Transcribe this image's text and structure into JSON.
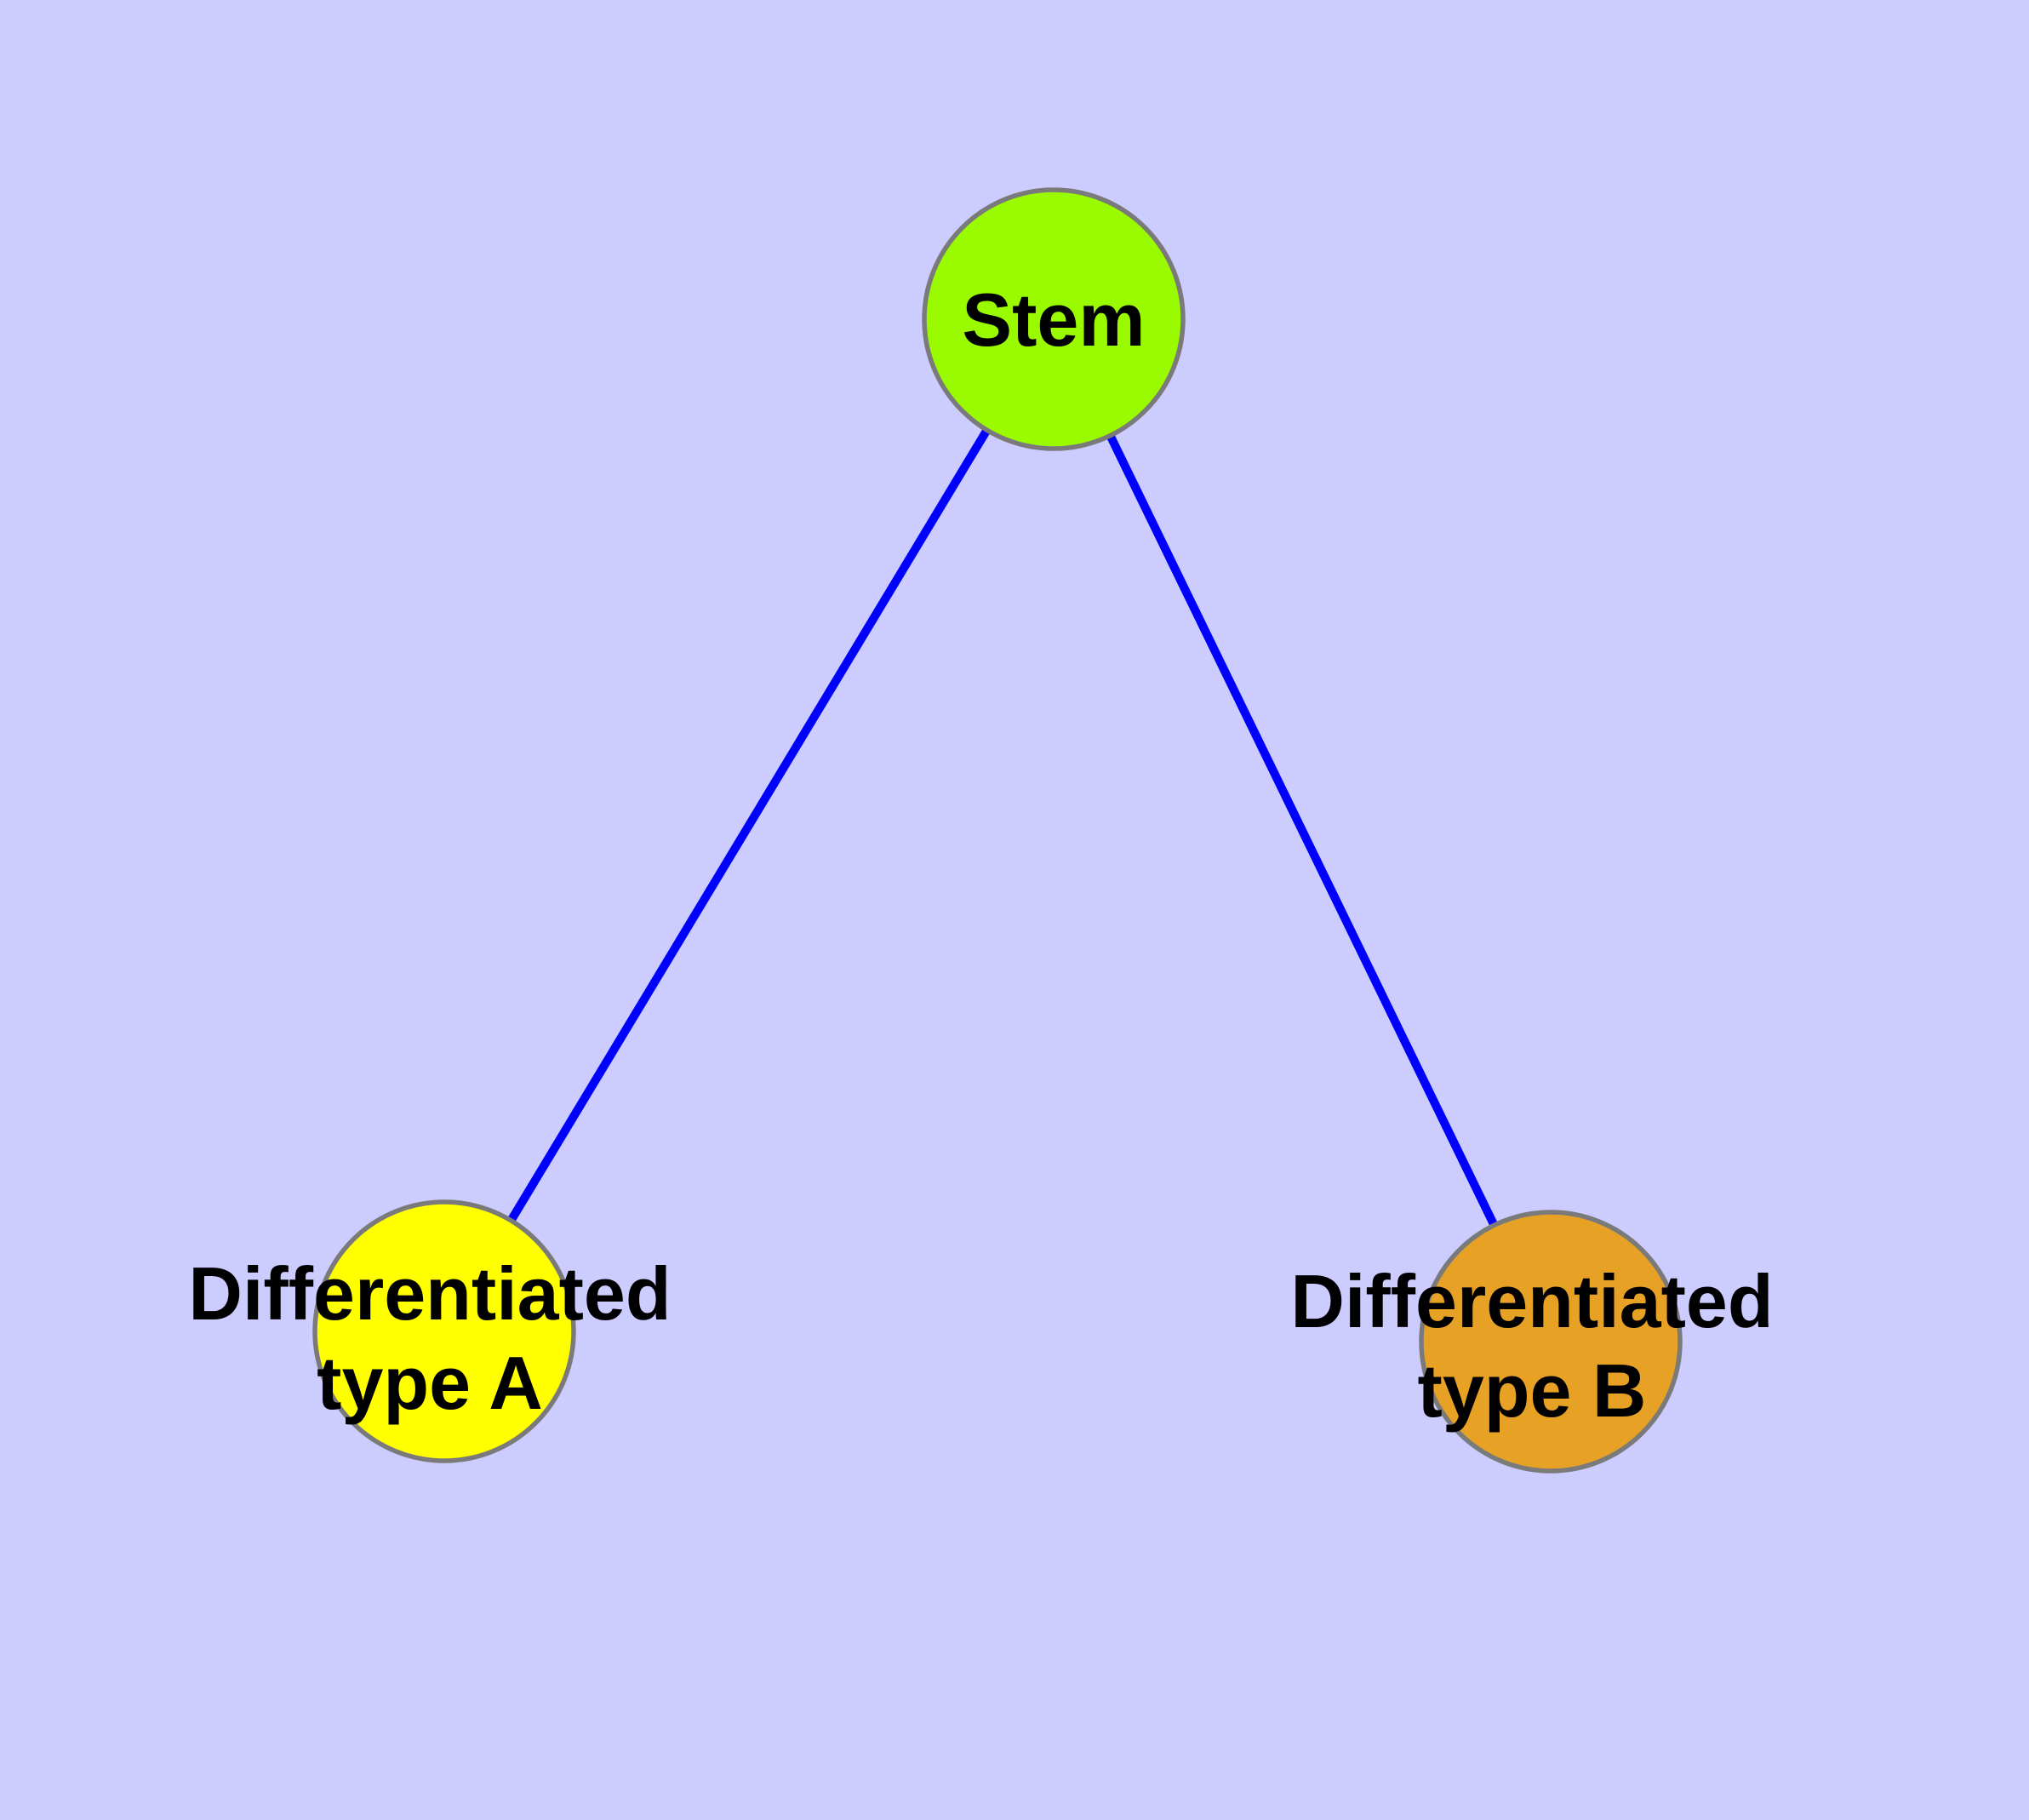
{
  "diagram": {
    "type": "graph",
    "background_color": "#CCCCFF",
    "edge_color": "#0000FF",
    "node_border_color": "#7A7A7A",
    "label_color": "#000000",
    "nodes": [
      {
        "id": "stem",
        "label": "Stem",
        "color": "#9AFB00"
      },
      {
        "id": "differentiated-type-a",
        "label_line1": "Differentiated",
        "label_line2": "type A",
        "color": "#FFFF00"
      },
      {
        "id": "differentiated-type-b",
        "label_line1": "Differentiated",
        "label_line2": "type B",
        "color": "#E7A125"
      }
    ],
    "edges": [
      {
        "from": "stem",
        "to": "differentiated-type-a"
      },
      {
        "from": "stem",
        "to": "differentiated-type-b"
      }
    ]
  }
}
